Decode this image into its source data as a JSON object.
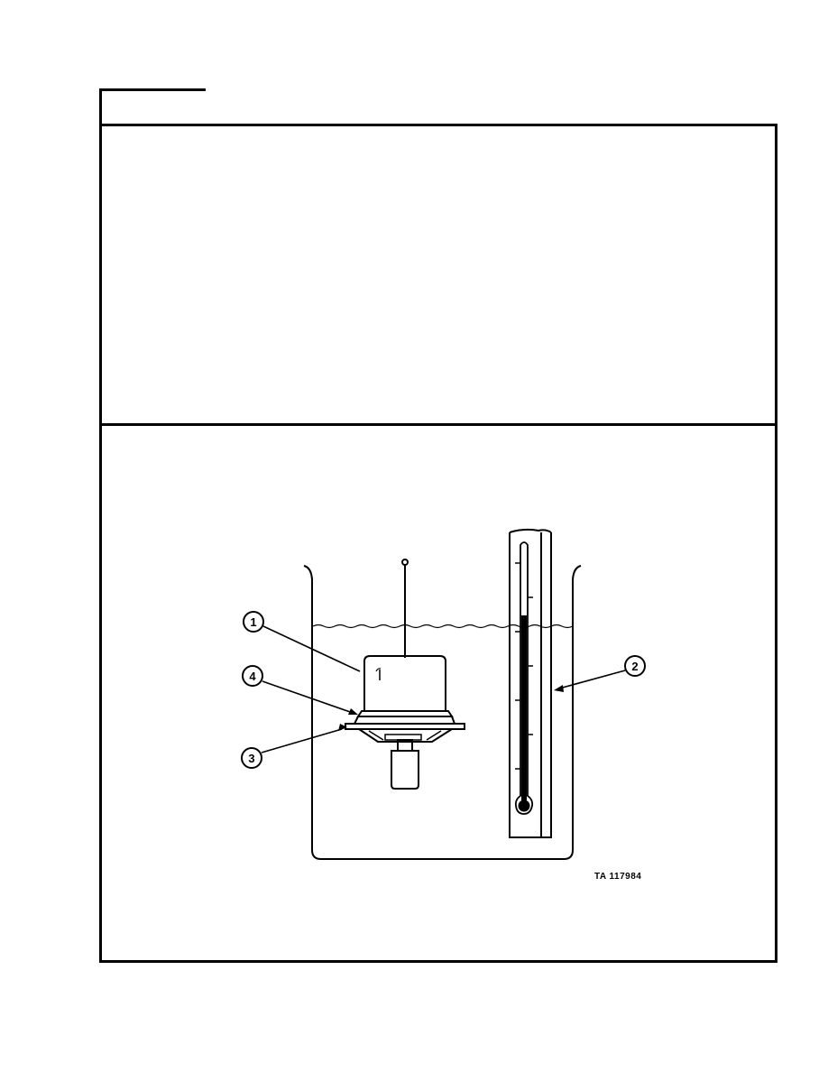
{
  "figure": {
    "callouts": [
      {
        "number": "1"
      },
      {
        "number": "2"
      },
      {
        "number": "3"
      },
      {
        "number": "4"
      }
    ],
    "figure_id": "TA 117984",
    "icons": {
      "beaker": "beaker-icon",
      "thermometer": "thermometer-icon",
      "thermostat": "thermostat-icon"
    }
  }
}
